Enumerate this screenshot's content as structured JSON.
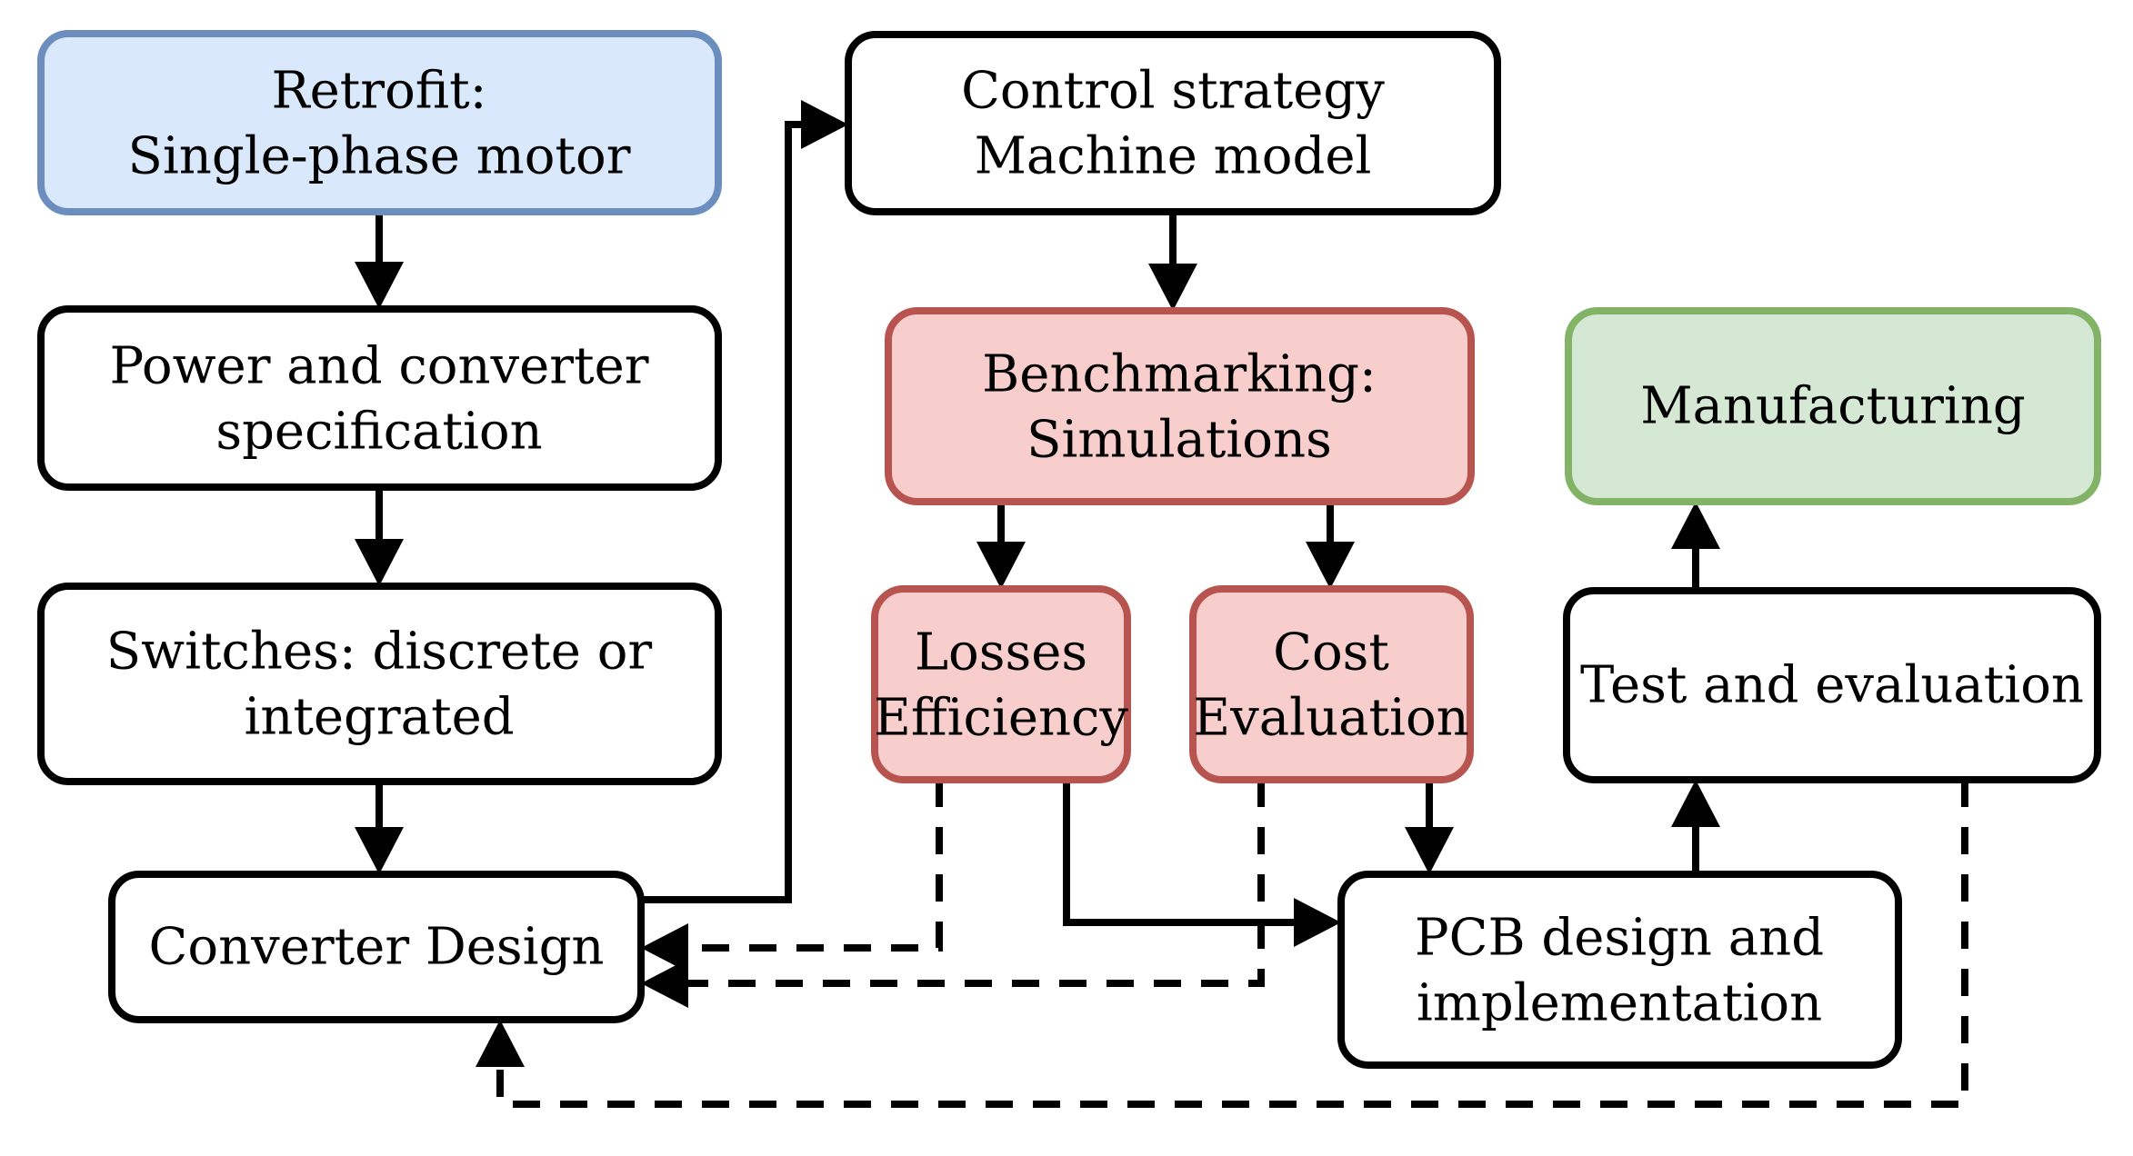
{
  "diagram": {
    "kind": "flowchart",
    "palette": {
      "blue_fill": "#dae8fc",
      "blue_stroke": "#6c8ebf",
      "red_fill": "#f8cecc",
      "red_stroke": "#b85450",
      "green_fill": "#d5e8d4",
      "green_stroke": "#82b366",
      "white_fill": "#ffffff",
      "line": "#000000"
    },
    "nodes": {
      "retrofit": {
        "line1": "Retrofit:",
        "line2": "Single-phase motor",
        "color": "blue"
      },
      "power_spec": {
        "line1": "Power and converter",
        "line2": "specification",
        "color": "white"
      },
      "switches": {
        "line1": "Switches: discrete or",
        "line2": "integrated",
        "color": "white"
      },
      "converter_design": {
        "line1": "Converter Design",
        "color": "white"
      },
      "control_strategy": {
        "line1": "Control strategy",
        "line2": "Machine model",
        "color": "white"
      },
      "benchmarking": {
        "line1": "Benchmarking:",
        "line2": "Simulations",
        "color": "red"
      },
      "losses": {
        "line1": "Losses",
        "line2": "Efficiency",
        "color": "red"
      },
      "cost": {
        "line1": "Cost",
        "line2": "Evaluation",
        "color": "red"
      },
      "manufacturing": {
        "line1": "Manufacturing",
        "color": "green"
      },
      "test_eval": {
        "line1": "Test and evaluation",
        "color": "white"
      },
      "pcb": {
        "line1": "PCB design and",
        "line2": "implementation",
        "color": "white"
      }
    },
    "edges": [
      {
        "from": "retrofit",
        "to": "power_spec",
        "style": "solid"
      },
      {
        "from": "power_spec",
        "to": "switches",
        "style": "solid"
      },
      {
        "from": "switches",
        "to": "converter_design",
        "style": "solid"
      },
      {
        "from": "converter_design",
        "to": "control_strategy",
        "style": "solid"
      },
      {
        "from": "control_strategy",
        "to": "benchmarking",
        "style": "solid"
      },
      {
        "from": "benchmarking",
        "to": "losses",
        "style": "solid"
      },
      {
        "from": "benchmarking",
        "to": "cost",
        "style": "solid"
      },
      {
        "from": "losses",
        "to": "pcb",
        "style": "solid"
      },
      {
        "from": "cost",
        "to": "pcb",
        "style": "solid"
      },
      {
        "from": "pcb",
        "to": "test_eval",
        "style": "solid"
      },
      {
        "from": "test_eval",
        "to": "manufacturing",
        "style": "solid"
      },
      {
        "from": "losses",
        "to": "converter_design",
        "style": "dashed"
      },
      {
        "from": "cost",
        "to": "converter_design",
        "style": "dashed"
      },
      {
        "from": "test_eval",
        "to": "converter_design",
        "style": "dashed"
      }
    ]
  }
}
